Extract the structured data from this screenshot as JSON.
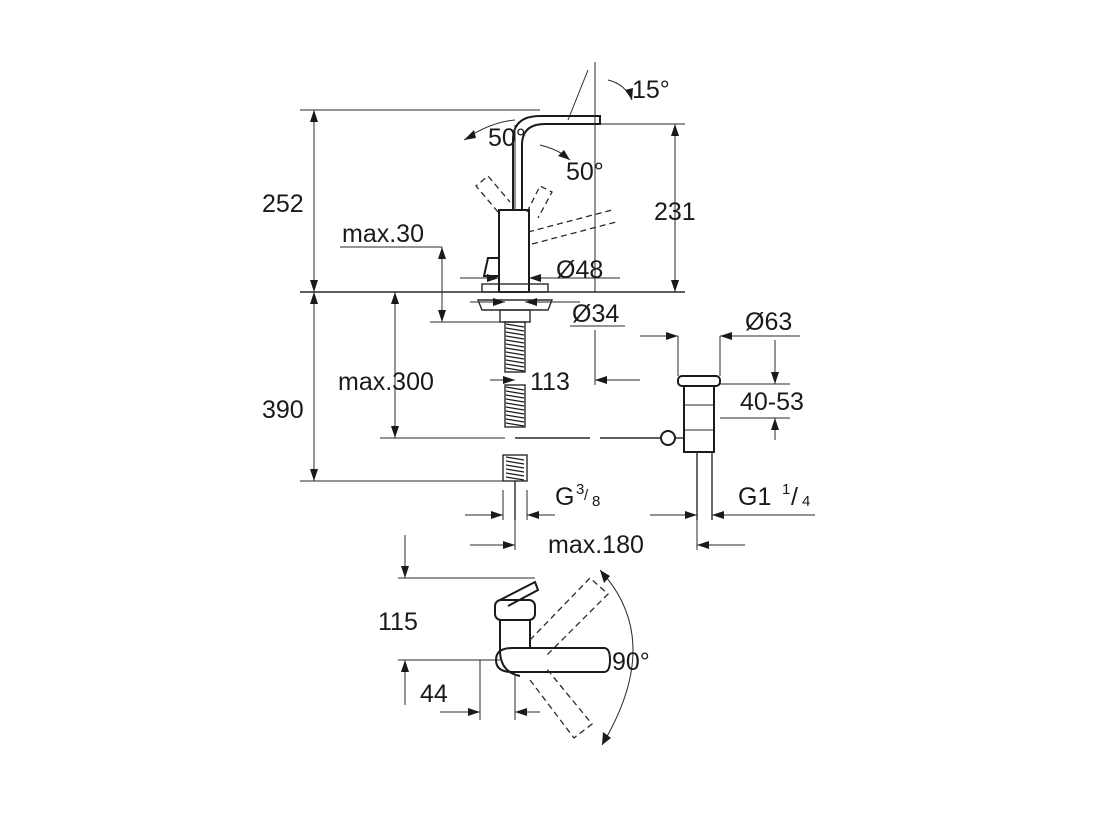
{
  "dimensions": {
    "angle_spout": "15°",
    "angle_lever_left": "50°",
    "angle_lever_right": "50°",
    "total_height": "252",
    "spout_height": "231",
    "max_deck": "max.30",
    "body_diameter": "Ø48",
    "hole_diameter": "Ø34",
    "waste_diameter": "Ø63",
    "below_deck": "390",
    "max_below": "max.300",
    "spout_offset": "113",
    "waste_range": "40-53",
    "inlet_thread_main": "G",
    "inlet_thread_num": "3",
    "inlet_thread_den": "8",
    "waste_thread_main": "G1",
    "waste_thread_num": "1",
    "waste_thread_den": "4",
    "max_reach": "max.180",
    "depth_top": "115",
    "depth_bottom": "44",
    "rotation": "90°"
  }
}
